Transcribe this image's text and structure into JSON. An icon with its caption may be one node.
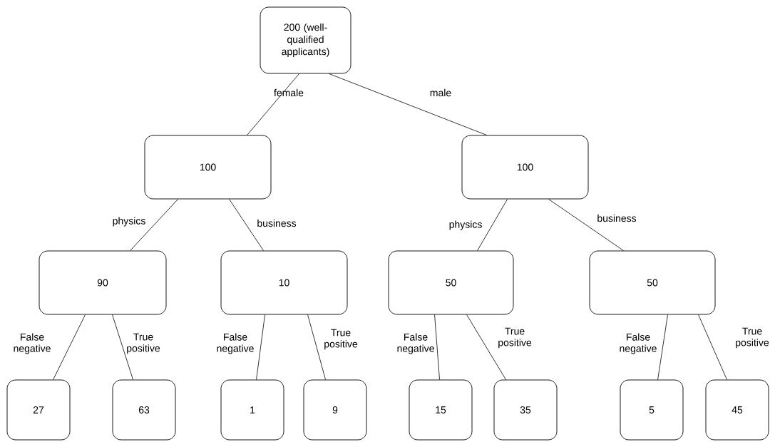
{
  "diagram": {
    "nodes": [
      {
        "text": [
          "200 (well-qualified applicants)"
        ]
      },
      {
        "text": [
          "100"
        ]
      },
      {
        "text": [
          "100"
        ]
      },
      {
        "text": [
          "90"
        ]
      },
      {
        "text": [
          "10"
        ]
      },
      {
        "text": [
          "50"
        ]
      },
      {
        "text": [
          "50"
        ]
      },
      {
        "text": [
          "27"
        ]
      },
      {
        "text": [
          "63"
        ]
      },
      {
        "text": [
          "1"
        ]
      },
      {
        "text": [
          "9"
        ]
      },
      {
        "text": [
          "15"
        ]
      },
      {
        "text": [
          "35"
        ]
      },
      {
        "text": [
          "5"
        ]
      },
      {
        "text": [
          "45"
        ]
      }
    ],
    "edges": [
      {
        "from": 0,
        "to": 1,
        "arrow": "none",
        "label": "female"
      },
      {
        "from": 0,
        "to": 2,
        "arrow": "none",
        "label": "male"
      },
      {
        "from": 1,
        "to": 3,
        "arrow": "none",
        "label": "physics"
      },
      {
        "from": 1,
        "to": 4,
        "arrow": "none",
        "label": "business"
      },
      {
        "from": 2,
        "to": 5,
        "arrow": "none",
        "label": "physics"
      },
      {
        "from": 2,
        "to": 6,
        "arrow": "none",
        "label": "business"
      },
      {
        "from": 3,
        "to": 7,
        "arrow": "none",
        "label": "False negative"
      },
      {
        "from": 3,
        "to": 8,
        "arrow": "none",
        "label": "True positive"
      },
      {
        "from": 4,
        "to": 9,
        "arrow": "none",
        "label": "False negative"
      },
      {
        "from": 4,
        "to": 10,
        "arrow": "none",
        "label": "True positive"
      },
      {
        "from": 5,
        "to": 11,
        "arrow": "none",
        "label": "False negative"
      },
      {
        "from": 5,
        "to": 12,
        "arrow": "none",
        "label": "True positive"
      },
      {
        "from": 6,
        "to": 13,
        "arrow": "none",
        "label": "False negative"
      },
      {
        "from": 6,
        "to": 14,
        "arrow": "none",
        "label": "True positive"
      }
    ]
  }
}
